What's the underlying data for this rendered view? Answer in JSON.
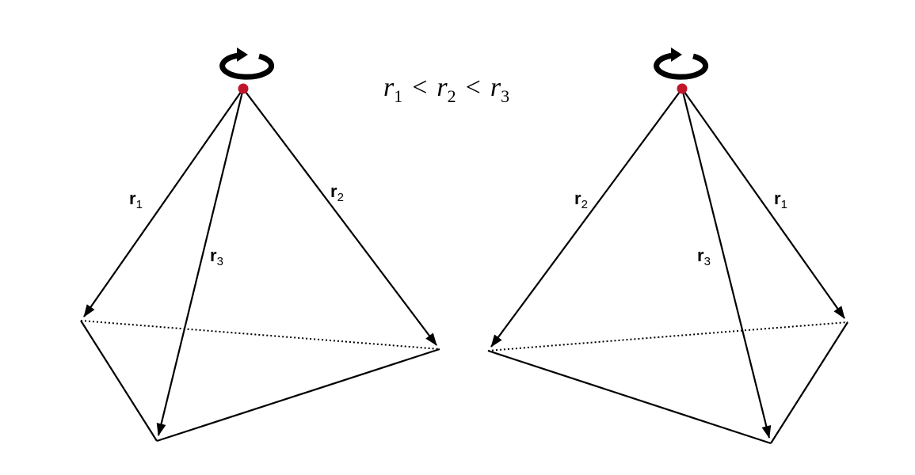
{
  "relation": {
    "var": "r",
    "sub1": "1",
    "sub2": "2",
    "sub3": "3",
    "op": "<"
  },
  "left": {
    "label_a": {
      "main": "r",
      "sub": "1"
    },
    "label_b": {
      "main": "r",
      "sub": "2"
    },
    "label_c": {
      "main": "r",
      "sub": "3"
    }
  },
  "right": {
    "label_a": {
      "main": "r",
      "sub": "2"
    },
    "label_b": {
      "main": "r",
      "sub": "1"
    },
    "label_c": {
      "main": "r",
      "sub": "3"
    }
  },
  "colors": {
    "apex": "#c0162c",
    "stroke": "#000000"
  },
  "icons": [
    "rotation-arrow-icon",
    "rotation-arrow-icon"
  ]
}
